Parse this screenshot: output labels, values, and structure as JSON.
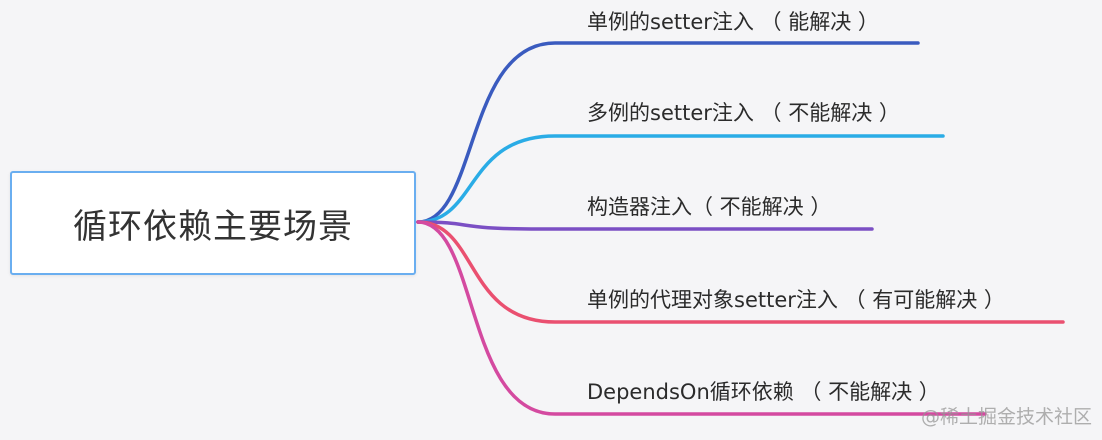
{
  "root": {
    "label": "循环依赖主要场景",
    "border_color": "#6aaef0"
  },
  "branches": [
    {
      "label": "单例的setter注入 （ 能解决 ）",
      "color": "#3a5bbf"
    },
    {
      "label": "多例的setter注入 （ 不能解决 ）",
      "color": "#2aace6"
    },
    {
      "label": "构造器注入（ 不能解决 ）",
      "color": "#7b4fc4"
    },
    {
      "label": "单例的代理对象setter注入 （ 有可能解决 ）",
      "color": "#ea5070"
    },
    {
      "label": "DependsOn循环依赖 （ 不能解决 ）",
      "color": "#d44aa0"
    }
  ],
  "watermark": "@稀土掘金技术社区"
}
